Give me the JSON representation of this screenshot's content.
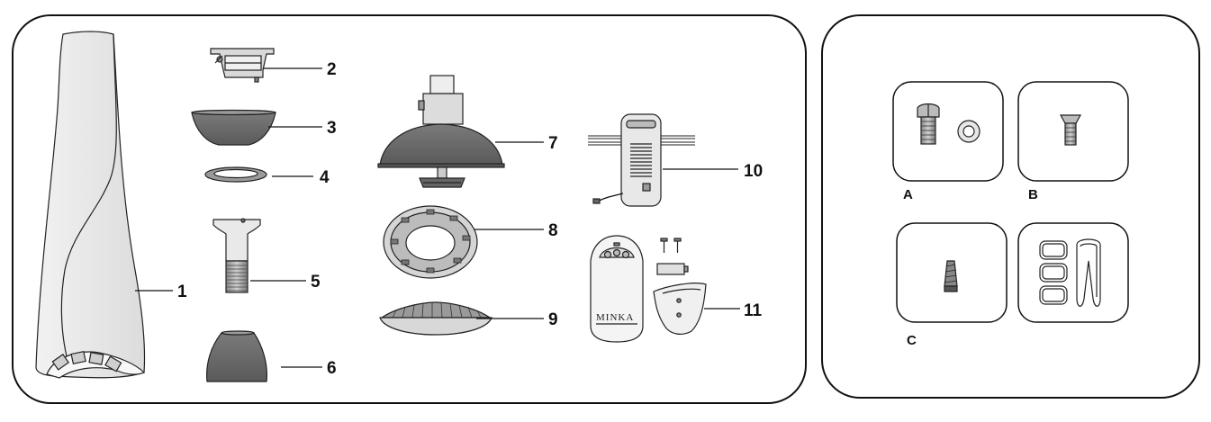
{
  "parts": {
    "blade": "1",
    "mounting_bracket": "2",
    "canopy": "3",
    "canopy_ring": "4",
    "downrod": "5",
    "coupling_cover": "6",
    "motor_assembly": "7",
    "light_kit_plate": "8",
    "glass_shade": "9",
    "receiver": "10",
    "remote_transmitter": "11"
  },
  "remote_brand": "MINKA",
  "hardware_bags": {
    "a": "A",
    "b": "B",
    "c": "C"
  },
  "colors": {
    "outline": "#222222",
    "fill_dark": "#6e6e6e",
    "fill_mid": "#bdbdbd",
    "fill_light": "#e6e6e6",
    "background": "#ffffff"
  }
}
